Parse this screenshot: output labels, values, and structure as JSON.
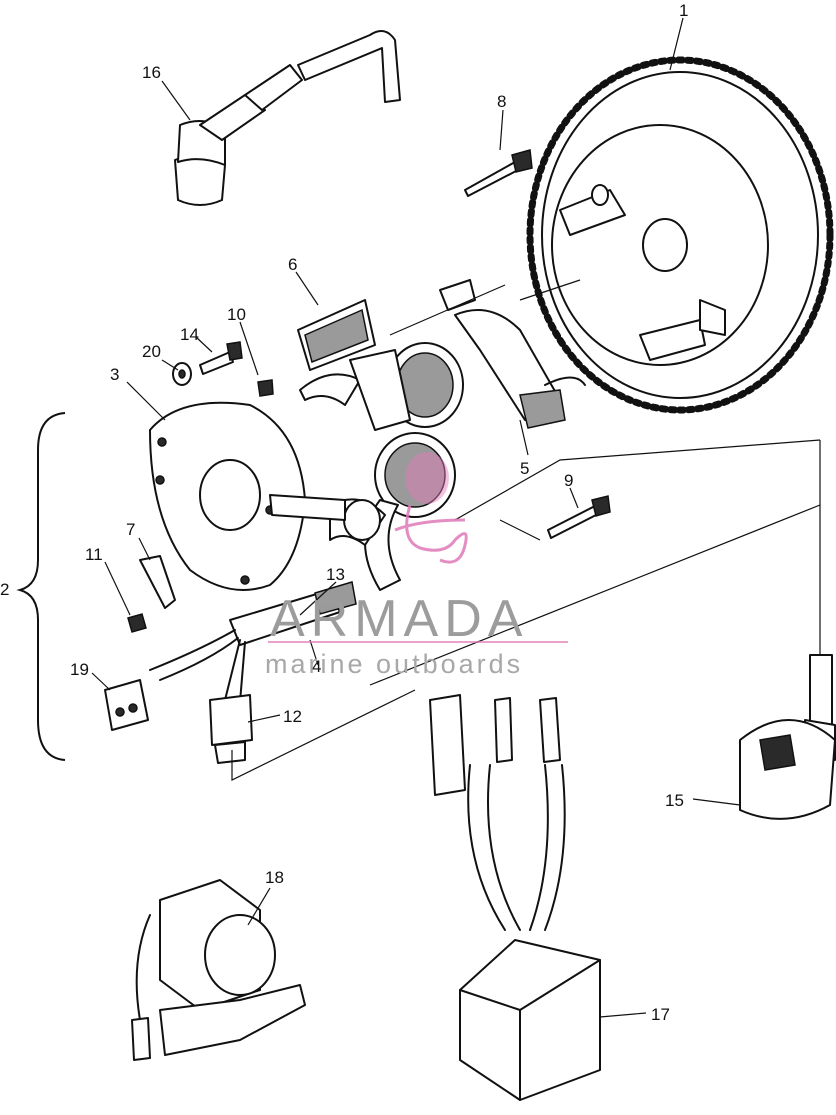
{
  "diagram": {
    "callouts": [
      {
        "label": "1"
      },
      {
        "label": "2"
      },
      {
        "label": "3"
      },
      {
        "label": "4"
      },
      {
        "label": "5"
      },
      {
        "label": "6"
      },
      {
        "label": "7"
      },
      {
        "label": "8"
      },
      {
        "label": "9"
      },
      {
        "label": "10"
      },
      {
        "label": "11"
      },
      {
        "label": "12"
      },
      {
        "label": "13"
      },
      {
        "label": "14"
      },
      {
        "label": "15"
      },
      {
        "label": "16"
      },
      {
        "label": "17"
      },
      {
        "label": "18"
      },
      {
        "label": "19"
      },
      {
        "label": "20"
      }
    ]
  },
  "watermark": {
    "brand": "ARMADA",
    "tagline": "marine outboards",
    "color_logo": "#e07ab8",
    "color_text": "#9c9c9c"
  }
}
